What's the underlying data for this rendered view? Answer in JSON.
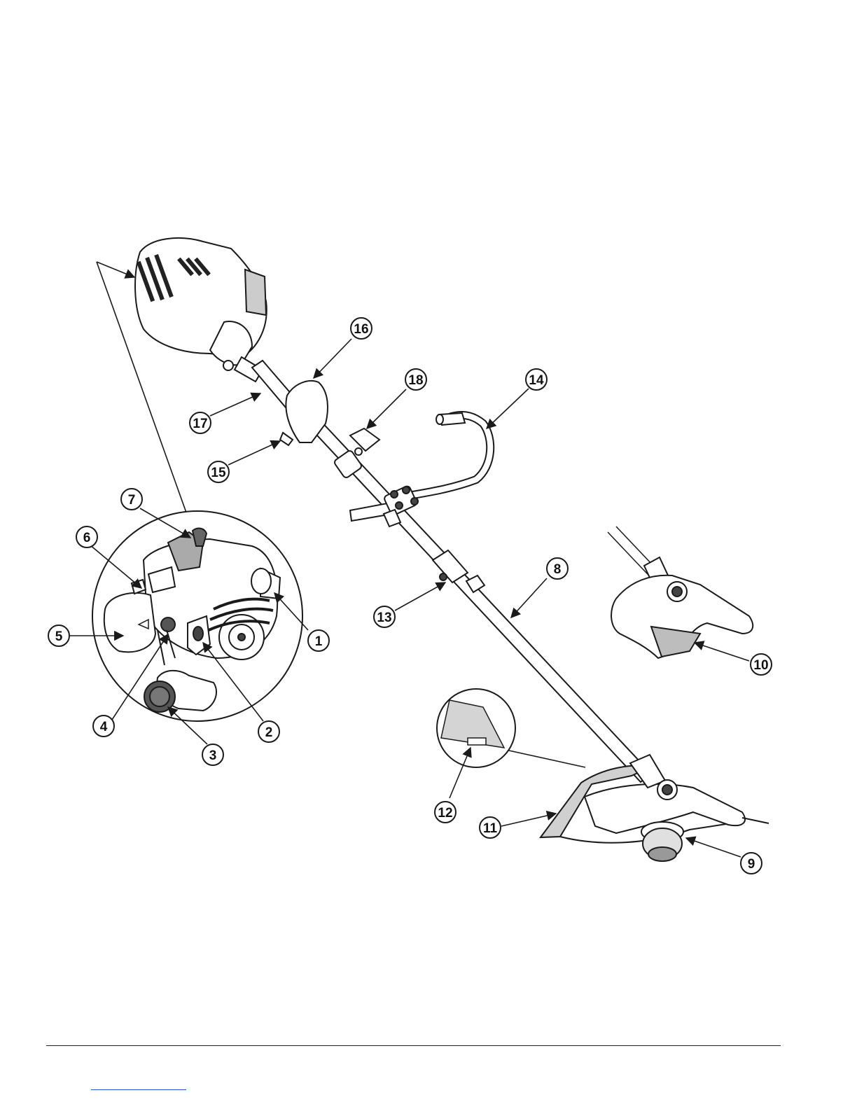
{
  "callouts": [
    {
      "id": "1",
      "label": "1"
    },
    {
      "id": "2",
      "label": "2"
    },
    {
      "id": "3",
      "label": "3"
    },
    {
      "id": "4",
      "label": "4"
    },
    {
      "id": "5",
      "label": "5"
    },
    {
      "id": "6",
      "label": "6"
    },
    {
      "id": "7",
      "label": "7"
    },
    {
      "id": "8",
      "label": "8"
    },
    {
      "id": "9",
      "label": "9"
    },
    {
      "id": "10",
      "label": "10"
    },
    {
      "id": "11",
      "label": "11"
    },
    {
      "id": "12",
      "label": "12"
    },
    {
      "id": "13",
      "label": "13"
    },
    {
      "id": "14",
      "label": "14"
    },
    {
      "id": "15",
      "label": "15"
    },
    {
      "id": "16",
      "label": "16"
    },
    {
      "id": "17",
      "label": "17"
    },
    {
      "id": "18",
      "label": "18"
    }
  ],
  "colors": {
    "line": "#1a1a1a",
    "fill": "#ffffff",
    "shade": "#bdbdbd",
    "link": "#2a4fd6"
  }
}
